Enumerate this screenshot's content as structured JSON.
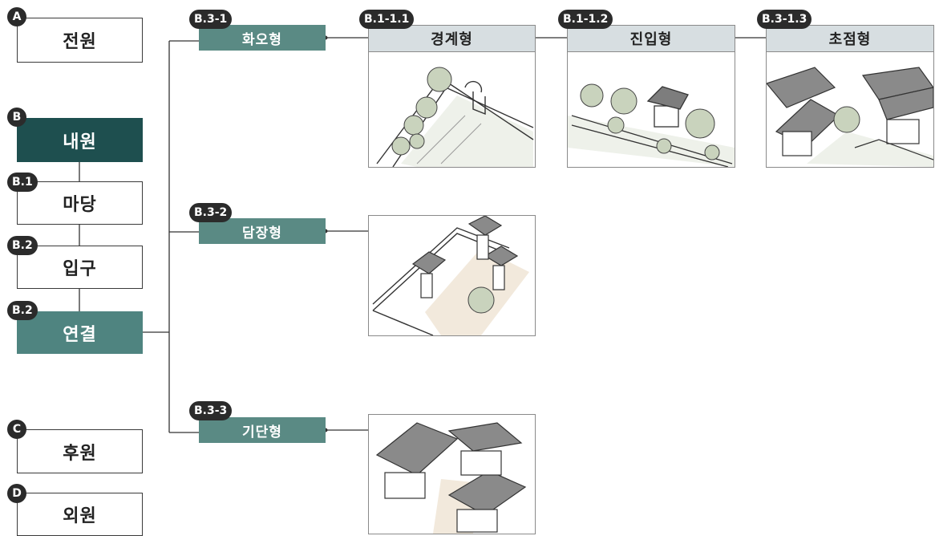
{
  "main_nodes": [
    {
      "badge": "A",
      "label": "전원"
    },
    {
      "badge": "B",
      "label": "내원"
    },
    {
      "badge": "B.1",
      "label": "마당"
    },
    {
      "badge": "B.2",
      "label": "입구"
    },
    {
      "badge": "B.2",
      "label": "연결"
    },
    {
      "badge": "C",
      "label": "후원"
    },
    {
      "badge": "D",
      "label": "외원"
    }
  ],
  "sub_nodes": [
    {
      "badge": "B.3-1",
      "label": "화오형"
    },
    {
      "badge": "B.3-2",
      "label": "담장형"
    },
    {
      "badge": "B.3-3",
      "label": "기단형"
    }
  ],
  "cards": [
    {
      "badge": "B.1-1.1",
      "label": "경계형",
      "icon": "boundary-garden-illustration"
    },
    {
      "badge": "B.1-1.2",
      "label": "진입형",
      "icon": "entrance-garden-illustration"
    },
    {
      "badge": "B.3-1.3",
      "label": "초점형",
      "icon": "focal-garden-illustration"
    },
    {
      "icon": "wall-type-illustration"
    },
    {
      "icon": "platform-type-illustration"
    }
  ],
  "colors": {
    "dark_teal": "#1e4f4f",
    "mid_teal": "#4f8480",
    "sub_teal": "#5a8a84",
    "card_header": "#d7dee1",
    "badge": "#2b2b2b"
  }
}
